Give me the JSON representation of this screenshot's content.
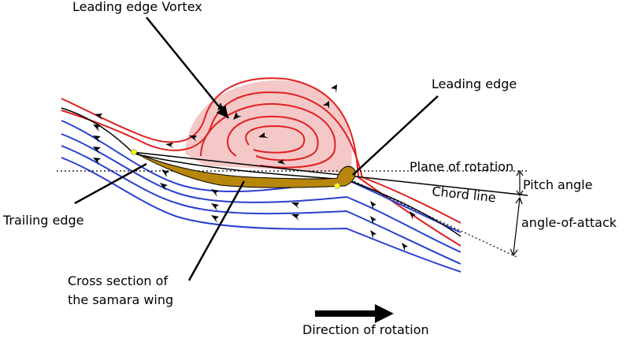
{
  "labels": {
    "leading_edge_vortex": "Leading edge Vortex",
    "leading_edge": "Leading edge",
    "plane_of_rotation": "Plane of rotation",
    "chord_line": "Chord line",
    "pitch_angle": "Pitch angle",
    "angle_of_attack": "angle-of-attack",
    "trailing_edge": "Trailing edge",
    "cross_section_line1": "Cross section of",
    "cross_section_line2": "the samara wing",
    "direction_of_rotation": "Direction of rotation"
  },
  "colors": {
    "vortex_fill": "#f5c8c8",
    "red_streamline": "#e02020",
    "blue_streamline": "#2a3fcf",
    "wing_fill": "#b8860b",
    "edge_marker": "#ffff00"
  }
}
